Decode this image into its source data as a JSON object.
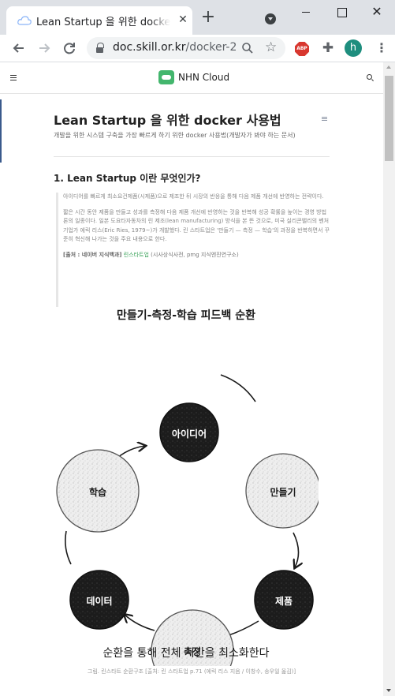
{
  "browser": {
    "tab_title": "Lean Startup 을 위한 docker 사용법",
    "tab_close": "✕",
    "new_tab": "+",
    "window_close": "✕",
    "url_host": "doc.skill.or.kr",
    "url_path": "/docker-2",
    "profile_initial": "h",
    "abp_label": "ABP",
    "icons": {
      "back": "back-arrow-icon",
      "forward": "forward-arrow-icon",
      "reload": "reload-icon",
      "zoom": "zoom-icon",
      "bookmark": "star-icon",
      "extensions": "puzzle-icon",
      "menu": "kebab-menu-icon"
    }
  },
  "site": {
    "brand_name": "NHN Cloud",
    "brand_color": "#43b66d"
  },
  "page": {
    "title": "Lean Startup 을 위한 docker 사용법",
    "subtitle": "개발을 위한 시스템 구축을 가장 빠르게 하기 위한 docker 사용법(개발자가 봐야 하는 문서)",
    "section_heading": "1. Lean Startup 이란 무엇인가?",
    "quote_p1": "아이디어를 빠르게 최소요건제품(시제품)으로 제조한 뒤 시장의 반응을 통해 다음 제품 개선에 반영하는 전략이다.",
    "quote_p2": "짧은 시간 동안 제품을 만들고 성과를 측정해 다음 제품 개선에 반영하는 것을 반복해 성공 확률을 높이는 경영 방법론의 일종이다. 일본 도요타자동차의 린 제조(lean manufacturing) 방식을 본 뜬 것으로, 미국 실리콘밸리의 벤처기업가 에릭 리스(Eric Ries, 1979~)가 개발했다. 린 스타트업은 '만들기 — 측정 — 학습'의 과정을 반복하면서 꾸준히 혁신해 나가는 것을 주요 내용으로 한다.",
    "quote_src_label": "[출처 : 네이버 지식백과]",
    "quote_src_link": "린스타트업",
    "quote_src_rest": "(시사상식사전, pmg 지식엔진연구소)"
  },
  "diagram": {
    "title": "만들기-측정-학습 피드백 순환",
    "nodes": {
      "idea": "아이디어",
      "build": "만들기",
      "product": "제품",
      "measure": "측정",
      "data": "데이터",
      "learn": "학습"
    },
    "bottom_text": "순환을 통해 전체 시간을 최소화한다",
    "caption": "그림. 린스타트 순환구조 [출처: 린 스타트업 p.71 (에릭 리스 지음 / 이창수, 송우일 옮김)]"
  }
}
